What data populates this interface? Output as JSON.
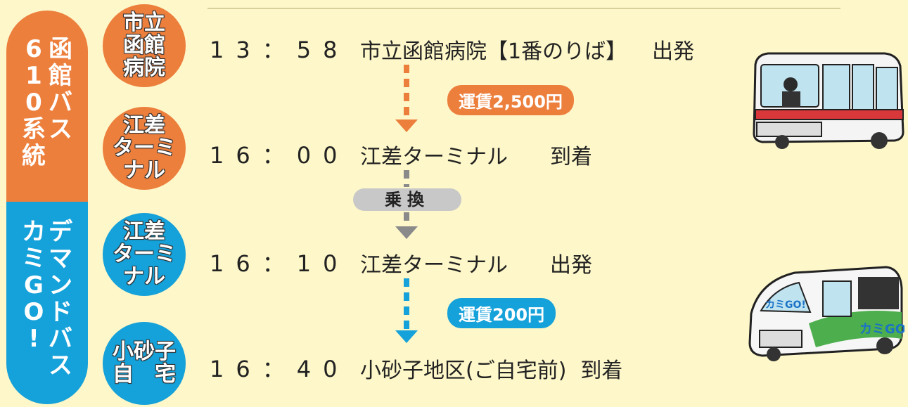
{
  "routes": {
    "bus": {
      "lines": [
        "函館バス",
        "610系統"
      ],
      "color": "#ed7f3d"
    },
    "demand": {
      "lines": [
        "デマンドバス",
        "カミGO!"
      ],
      "color": "#15a1d9"
    }
  },
  "stops": [
    {
      "label": "市立\n函館\n病院",
      "time": "13：58",
      "place": "市立函館病院【1番のりば】",
      "action": "出発"
    },
    {
      "label": "江差\nターミ\nナル",
      "time": "16：00",
      "place": "江差ターミナル",
      "action": "到着"
    },
    {
      "label": "江差\nターミ\nナル",
      "time": "16：10",
      "place": "江差ターミナル",
      "action": "出発"
    },
    {
      "label": "小砂子\n自　宅",
      "time": "16：40",
      "place": "小砂子地区(ご自宅前)",
      "action": "到着"
    }
  ],
  "fares": {
    "bus": "運賃2,500円",
    "demand": "運賃200円"
  },
  "transfer": "乗換",
  "van_logo": "カミGO!"
}
